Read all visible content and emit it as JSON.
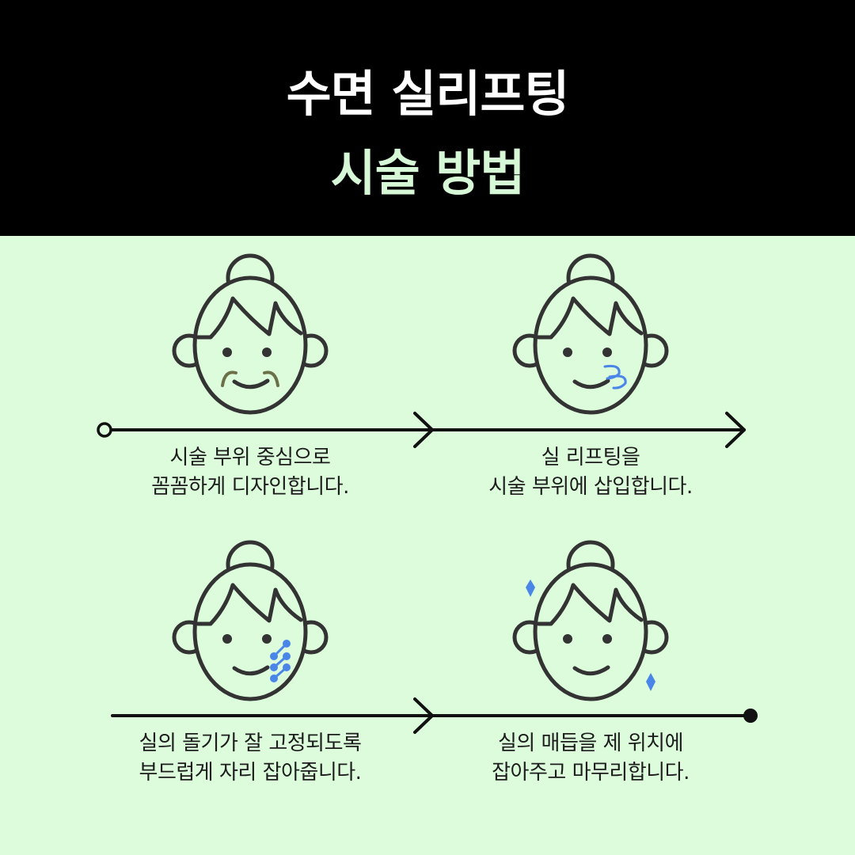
{
  "header": {
    "line1": "수면 실리프팅",
    "line2": "시술 방법"
  },
  "steps": [
    {
      "line1": "시술 부위 중심으로",
      "line2": "꼼꼼하게 디자인합니다."
    },
    {
      "line1": "실 리프팅을",
      "line2": "시술 부위에 삽입합니다."
    },
    {
      "line1": "실의 돌기가 잘 고정되도록",
      "line2": "부드럽게 자리 잡아줍니다."
    },
    {
      "line1": "실의 매듭을 제 위치에",
      "line2": "잡아주고 마무리합니다."
    }
  ],
  "colors": {
    "background": "#dcfcdc",
    "header": "#000000",
    "outline": "#333333",
    "accent_blue": "#4a86e8",
    "wrinkle": "#6b7048"
  }
}
